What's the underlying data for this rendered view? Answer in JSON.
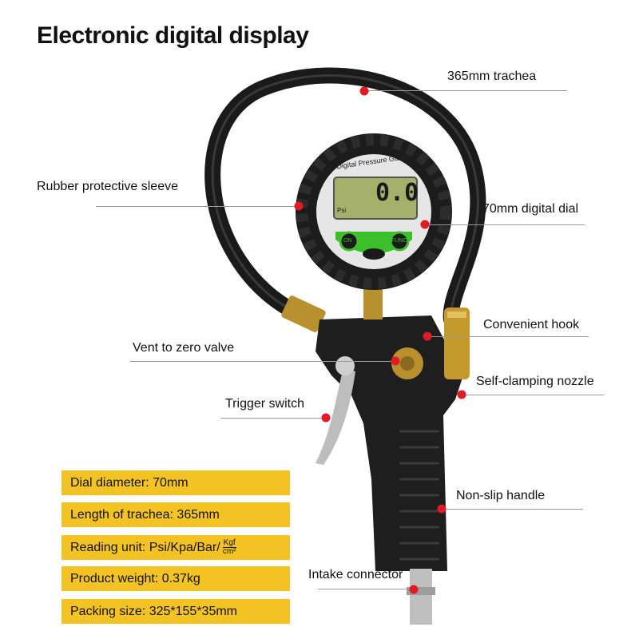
{
  "title": "Electronic digital display",
  "gauge": {
    "face_text": "Digital Pressure Gauge",
    "reading": "0.0",
    "unit": "Psi",
    "btn_on": "ON",
    "btn_func": "FUNC"
  },
  "callouts": {
    "trachea": "365mm trachea",
    "sleeve": "Rubber protective sleeve",
    "dial": "70mm digital dial",
    "hook": "Convenient hook",
    "vent": "Vent to zero valve",
    "nozzle": "Self-clamping nozzle",
    "trigger": "Trigger switch",
    "handle": "Non-slip handle",
    "intake": "Intake connector"
  },
  "specs": {
    "diameter": "Dial diameter: 70mm",
    "length": "Length of trachea: 365mm",
    "unit_prefix": "Reading unit: Psi/Kpa/Bar/",
    "unit_frac_num": "Kgf",
    "unit_frac_den": "cm²",
    "weight": "Product weight: 0.37kg",
    "packing": "Packing size: 325*155*35mm"
  },
  "colors": {
    "accent_dot": "#e01b24",
    "spec_bg": "#f2c322",
    "gauge_green": "#3bbf2a"
  }
}
